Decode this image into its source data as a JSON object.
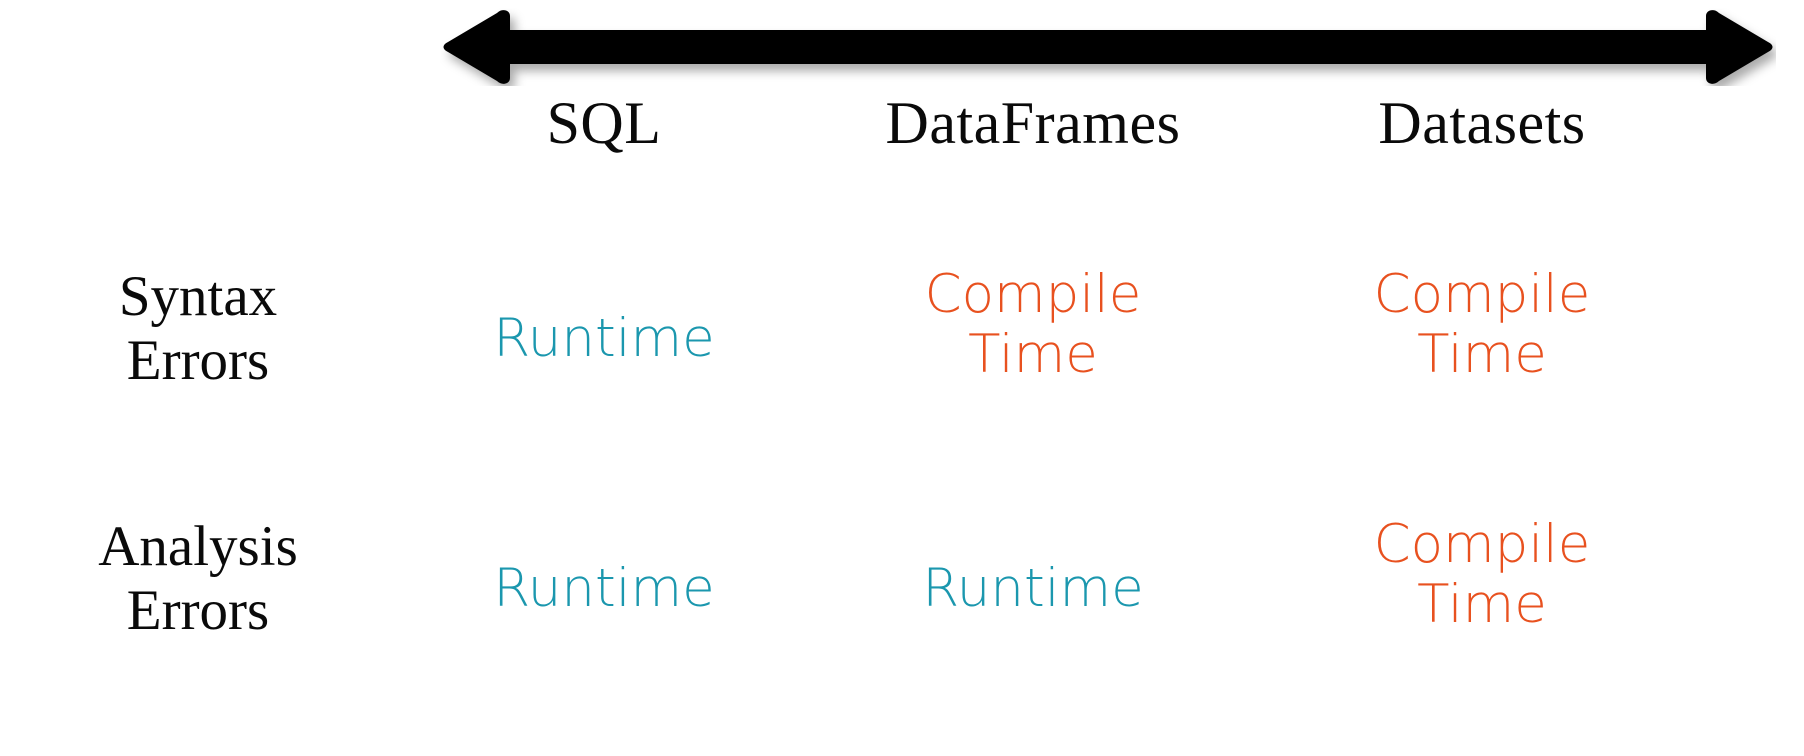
{
  "slide": {
    "title": "Spark API error-detection comparison",
    "background": "#ffffff"
  },
  "arrow": {
    "name": "double-headed-spectrum-arrow",
    "direction": "bidirectional",
    "color": "#000000"
  },
  "colors": {
    "runtime": "#1B97AE",
    "compile": "#E8511F",
    "text": "#0a0a0a",
    "arrow": "#000000"
  },
  "columns": [
    {
      "label": "SQL"
    },
    {
      "label": "DataFrames"
    },
    {
      "label": "Datasets"
    }
  ],
  "rows": [
    {
      "label_line1": "Syntax",
      "label_line2": "Errors",
      "cells": [
        {
          "line1": "Runtime",
          "line2": "",
          "kind": "runtime"
        },
        {
          "line1": "Compile",
          "line2": "Time",
          "kind": "compile"
        },
        {
          "line1": "Compile",
          "line2": "Time",
          "kind": "compile"
        }
      ]
    },
    {
      "label_line1": "Analysis",
      "label_line2": "Errors",
      "cells": [
        {
          "line1": "Runtime",
          "line2": "",
          "kind": "runtime"
        },
        {
          "line1": "Runtime",
          "line2": "",
          "kind": "runtime"
        },
        {
          "line1": "Compile",
          "line2": "Time",
          "kind": "compile"
        }
      ]
    }
  ],
  "chart_data": {
    "type": "table",
    "title": "Syntax and Analysis error detection across Spark APIs",
    "categories": [
      "SQL",
      "DataFrames",
      "Datasets"
    ],
    "row_labels": [
      "Syntax Errors",
      "Analysis Errors"
    ],
    "values": [
      [
        "Runtime",
        "Compile Time",
        "Compile Time"
      ],
      [
        "Runtime",
        "Runtime",
        "Compile Time"
      ]
    ],
    "legend": [
      {
        "name": "Runtime",
        "color": "#1B97AE"
      },
      {
        "name": "Compile Time",
        "color": "#E8511F"
      }
    ],
    "annotations": [
      "double-headed arrow spanning SQL to Datasets"
    ],
    "grid": false
  }
}
